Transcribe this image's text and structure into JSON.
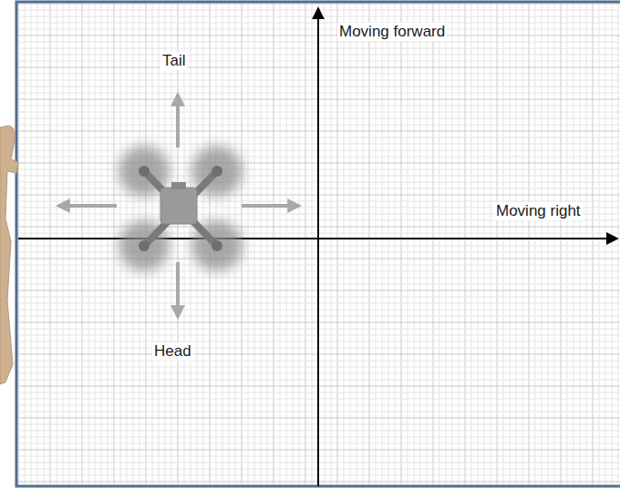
{
  "diagram": {
    "labels": [
      "Tail",
      "Moving forward",
      "Moving right",
      "Head"
    ]
  }
}
